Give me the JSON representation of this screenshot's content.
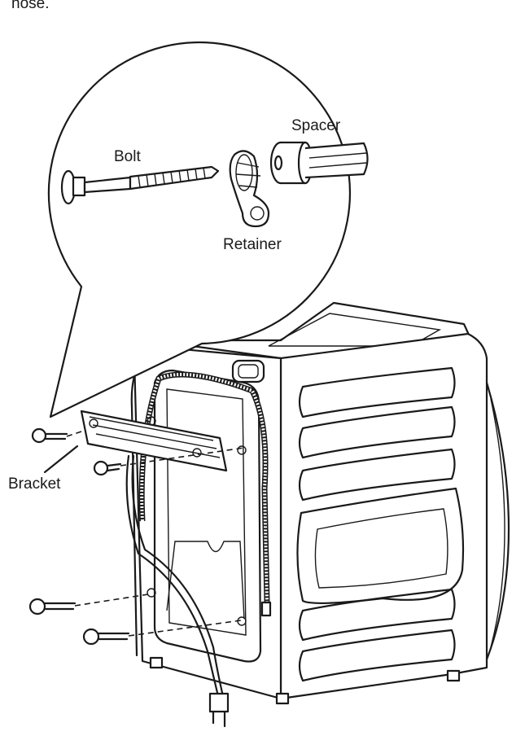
{
  "caption_fragment": "hose.",
  "labels": {
    "spacer": "Spacer",
    "bolt": "Bolt",
    "retainer": "Retainer",
    "bracket": "Bracket"
  }
}
